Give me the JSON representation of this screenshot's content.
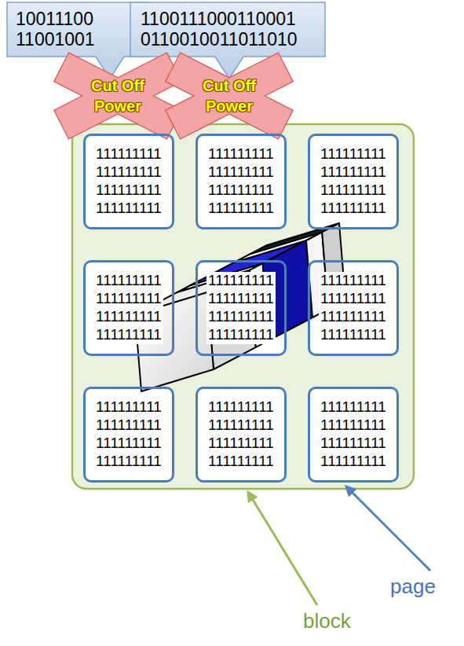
{
  "diagram": {
    "nodes": [
      {
        "text": [
          "10011100 11001001"
        ]
      },
      {
        "text": [
          "1100111000110001 0110010011011010"
        ]
      },
      {
        "text": [
          "Cut Off Power"
        ]
      },
      {
        "text": [
          "Cut Off Power"
        ]
      },
      {
        "text": [
          "111111111 111111111 111111111 111111111"
        ]
      },
      {
        "text": [
          "111111111 111111111 111111111 111111111"
        ]
      },
      {
        "text": [
          "111111111 111111111 111111111 111111111"
        ]
      },
      {
        "text": [
          "111111111 111111111 111111111 111111111"
        ]
      },
      {
        "text": [
          "111111111 111111111 111111111 111111111"
        ]
      },
      {
        "text": [
          "111111111 111111111 111111111 111111111"
        ]
      },
      {
        "text": [
          "111111111 111111111 111111111 111111111"
        ]
      },
      {
        "text": [
          "111111111 111111111 111111111 111111111"
        ]
      },
      {
        "text": [
          "111111111 111111111 111111111 111111111"
        ]
      }
    ],
    "labels": [
      "block",
      "page"
    ]
  }
}
